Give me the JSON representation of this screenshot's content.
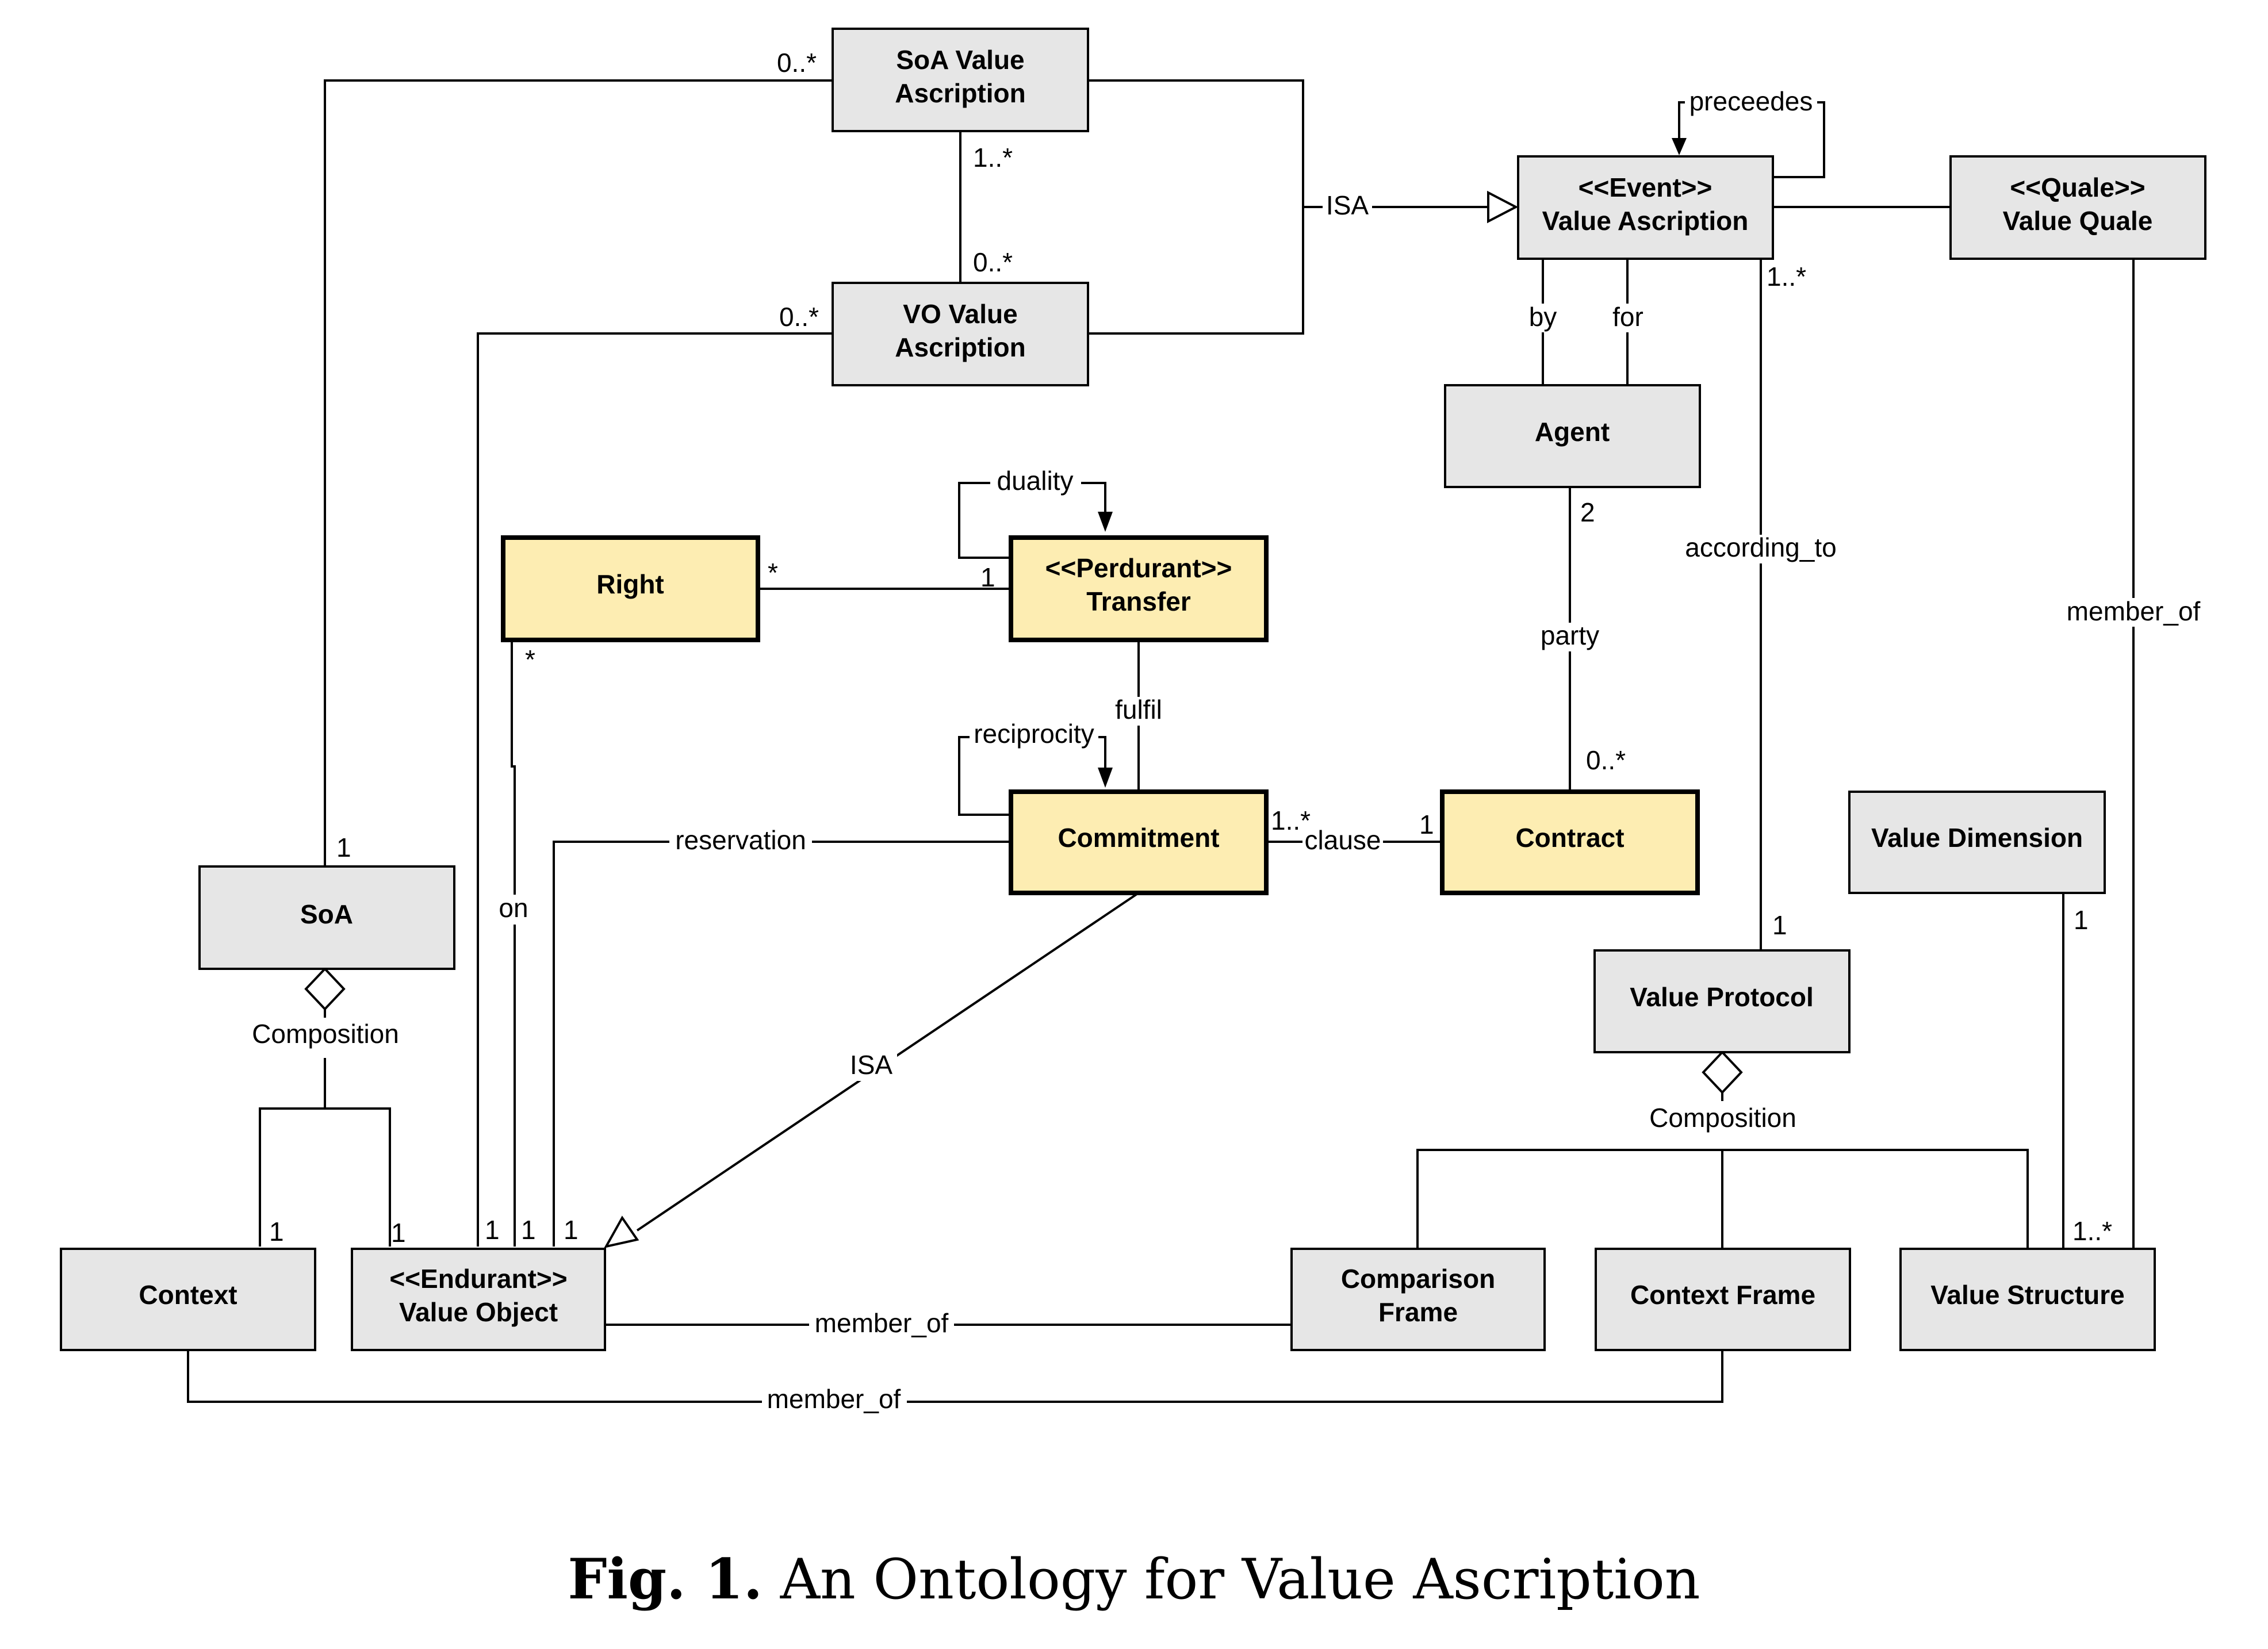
{
  "classes": {
    "soa_value_ascription": [
      "SoA Value",
      "Ascription"
    ],
    "vo_value_ascription": [
      "VO Value",
      "Ascription"
    ],
    "event_value_ascription": [
      "<<Event>>",
      "Value Ascription"
    ],
    "quale_value_quale": [
      "<<Quale>>",
      "Value Quale"
    ],
    "agent": "Agent",
    "right": "Right",
    "perdurant_transfer": [
      "<<Perdurant>>",
      "Transfer"
    ],
    "commitment": "Commitment",
    "contract": "Contract",
    "soa": "SoA",
    "value_dimension": "Value Dimension",
    "value_protocol": "Value Protocol",
    "context": "Context",
    "endurant_value_object": [
      "<<Endurant>>",
      "Value Object"
    ],
    "comparison_frame": [
      "Comparison",
      "Frame"
    ],
    "context_frame": "Context Frame",
    "value_structure": "Value Structure"
  },
  "relations": {
    "isa_top": "ISA",
    "preceedes": "preceedes",
    "by": "by",
    "for": "for",
    "according_to": "according_to",
    "member_of_quale": "member_of",
    "duality": "duality",
    "party": "party",
    "fulfil": "fulfil",
    "reciprocity": "reciprocity",
    "reservation": "reservation",
    "clause": "clause",
    "on": "on",
    "composition_soa": "Composition",
    "isa_commitment": "ISA",
    "composition_protocol": "Composition",
    "member_of_vo": "member_of",
    "member_of_context": "member_of"
  },
  "multiplicities": {
    "soa_va_left": "0..*",
    "soa_va_bottom": "1..*",
    "vo_va_top": "0..*",
    "vo_va_left": "0..*",
    "event_va_according": "1..*",
    "agent_party": "2",
    "right_transfer": "*",
    "transfer_right": "1",
    "right_on": "*",
    "contract_party": "0..*",
    "soa_top": "1",
    "commitment_clause": "1..*",
    "contract_clause": "1",
    "protocol_top": "1",
    "dimension_bottom": "1",
    "context_top": "1",
    "vo_composition": "1",
    "vo_m1": "1",
    "vo_m2": "1",
    "vo_m3": "1",
    "structure_top": "1..*"
  },
  "caption": {
    "figure": "Fig. 1.",
    "text": "An Ontology for Value Ascription"
  }
}
